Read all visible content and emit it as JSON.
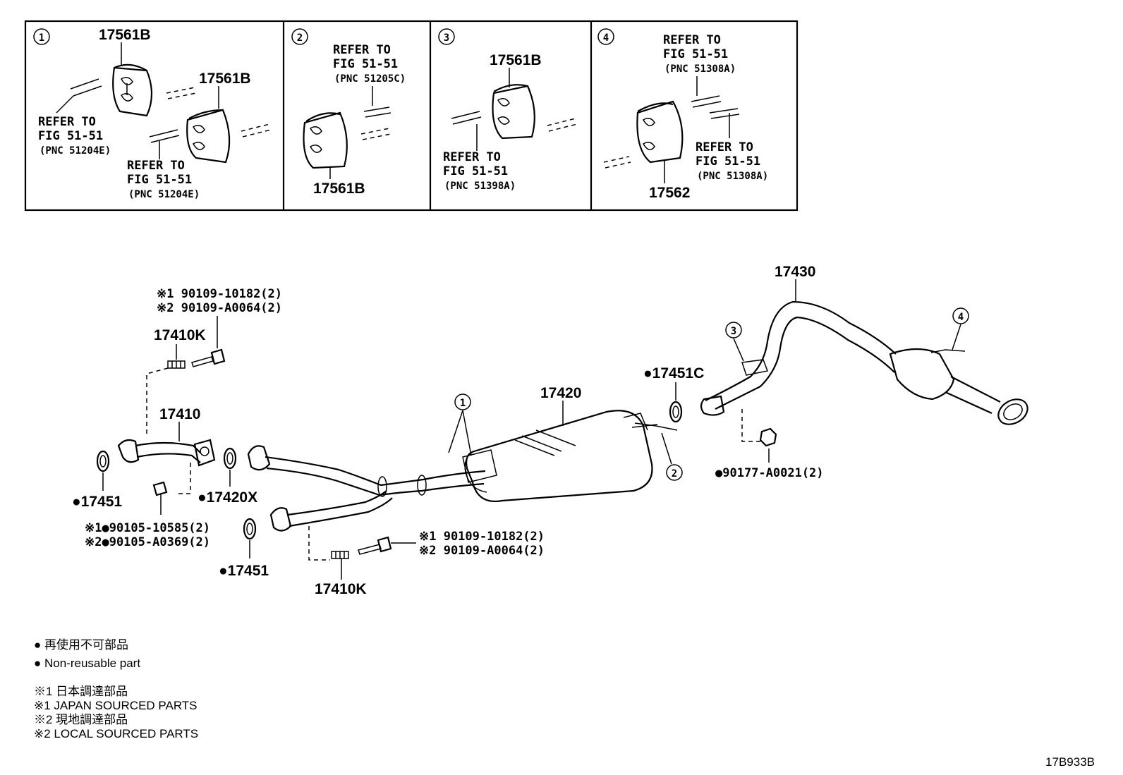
{
  "insets": {
    "i1": {
      "num": "1",
      "part_a": "17561B",
      "part_b": "17561B",
      "refer_a": [
        "REFER TO",
        "FIG 51-51",
        "(PNC 51204E)"
      ],
      "refer_b": [
        "REFER TO",
        "FIG 51-51",
        "(PNC 51204E)"
      ]
    },
    "i2": {
      "num": "2",
      "refer": [
        "REFER TO",
        "FIG 51-51",
        "(PNC 51205C)"
      ],
      "part": "17561B"
    },
    "i3": {
      "num": "3",
      "part": "17561B",
      "refer": [
        "REFER TO",
        "FIG 51-51",
        "(PNC 51398A)"
      ]
    },
    "i4": {
      "num": "4",
      "refer_a": [
        "REFER TO",
        "FIG 51-51",
        "(PNC 51308A)"
      ],
      "refer_b": [
        "REFER TO",
        "FIG 51-51",
        "(PNC 51308A)"
      ],
      "part": "17562"
    }
  },
  "callouts": {
    "c1": "1",
    "c2": "2",
    "c3": "3",
    "c4": "4"
  },
  "labels": {
    "bolt_top_1": "※1 90109-10182(2)",
    "bolt_top_2": "※2 90109-A0064(2)",
    "spring_top": "17410K",
    "pipe_front": "17410",
    "gasket_left": "●17451",
    "gasket_mid": "●17420X",
    "bolt_mid_1": "※1●90105-10585(2)",
    "bolt_mid_2": "※2●90105-A0369(2)",
    "gasket_low": "●17451",
    "spring_low": "17410K",
    "bolt_low_1": "※1 90109-10182(2)",
    "bolt_low_2": "※2 90109-A0064(2)",
    "muffler": "17420",
    "gasket_tail": "●17451C",
    "nut_tail": "●90177-A0021(2)",
    "tailpipe": "17430"
  },
  "legend": {
    "line1": "● 再使用不可部品",
    "line2": "● Non-reusable part",
    "line3": "※1  日本調達部品",
    "line4": "※1  JAPAN SOURCED PARTS",
    "line5": "※2  現地調達部品",
    "line6": "※2  LOCAL SOURCED PARTS"
  },
  "figure_code": "17B933B"
}
